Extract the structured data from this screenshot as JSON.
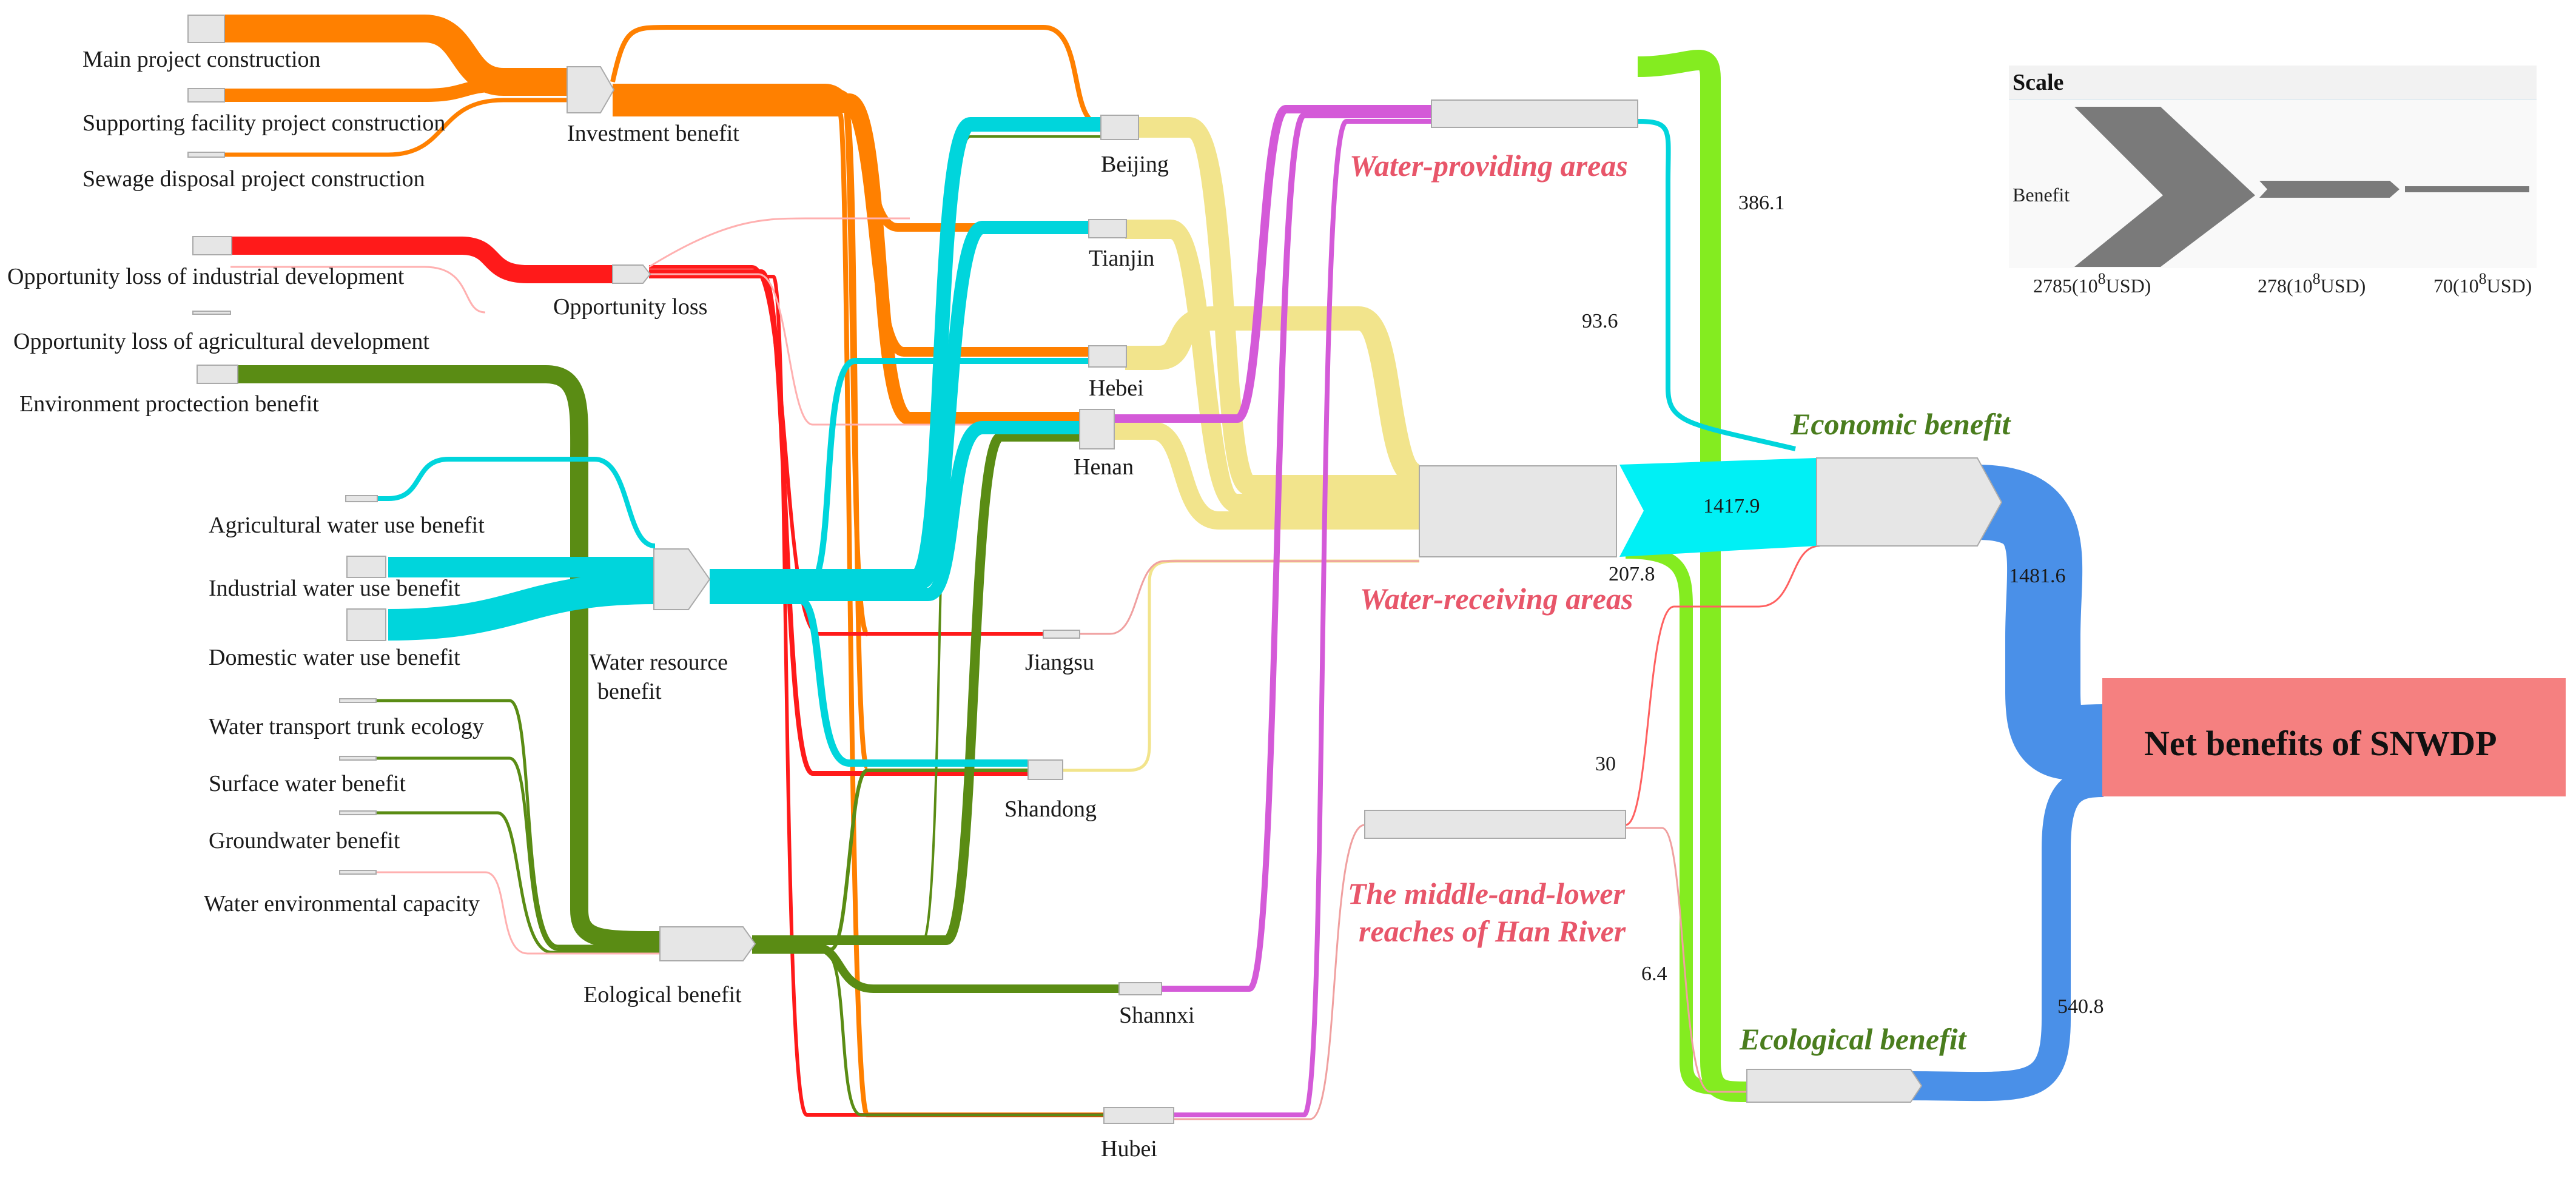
{
  "colors": {
    "investment": "#ff8000",
    "opportunity": "#ff1a1a",
    "water": "#00d5dc",
    "ecological": "#5a8c14",
    "regions": "#f2e48c",
    "shannxi": "#d45ad8",
    "ecoTotal": "#84ec20",
    "net": "#4a90e8",
    "netBox": "#f58080",
    "node": "#e6e6e6"
  },
  "sources": {
    "main_project": "Main project construction",
    "supporting": "Supporting facility project construction",
    "sewage": "Sewage disposal project construction",
    "opp_industrial": "Opportunity loss of industrial development",
    "opp_agricultural": "Opportunity loss of agricultural development",
    "env_protection": "Environment proctection benefit",
    "agri_water": "Agricultural water use benefit",
    "indus_water": "Industrial water use benefit",
    "domestic_water": "Domestic water use benefit",
    "trunk_ecology": "Water transport trunk ecology",
    "surface_water": "Surface water benefit",
    "groundwater": "Groundwater benefit",
    "water_env": "Water environmental capacity"
  },
  "aggregates": {
    "investment": "Investment benefit",
    "opportunity": "Opportunity loss",
    "water_resource_1": "Water resource",
    "water_resource_2": "benefit",
    "ecological": "Eological benefit"
  },
  "provinces": {
    "beijing": "Beijing",
    "tianjin": "Tianjin",
    "hebei": "Hebei",
    "henan": "Henan",
    "jiangsu": "Jiangsu",
    "shandong": "Shandong",
    "shannxi": "Shannxi",
    "hubei": "Hubei"
  },
  "regions": {
    "providing": "Water-providing areas",
    "receiving": "Water-receiving areas",
    "han_1": "The middle-and-lower",
    "han_2": "reaches of Han River"
  },
  "results": {
    "economic": "Economic benefit",
    "ecological": "Ecological benefit",
    "net": "Net benefits of SNWDP"
  },
  "values": {
    "v386": "386.1",
    "v93": "93.6",
    "v1417": "1417.9",
    "v207": "207.8",
    "v30": "30",
    "v6": "6.4",
    "v1481": "1481.6",
    "v540": "540.8"
  },
  "scale": {
    "title": "Scale",
    "label": "Benefit",
    "s1": "2785(10",
    "s2": "278(10",
    "s3": "70(10",
    "sup": "8",
    "unit": "USD)"
  }
}
